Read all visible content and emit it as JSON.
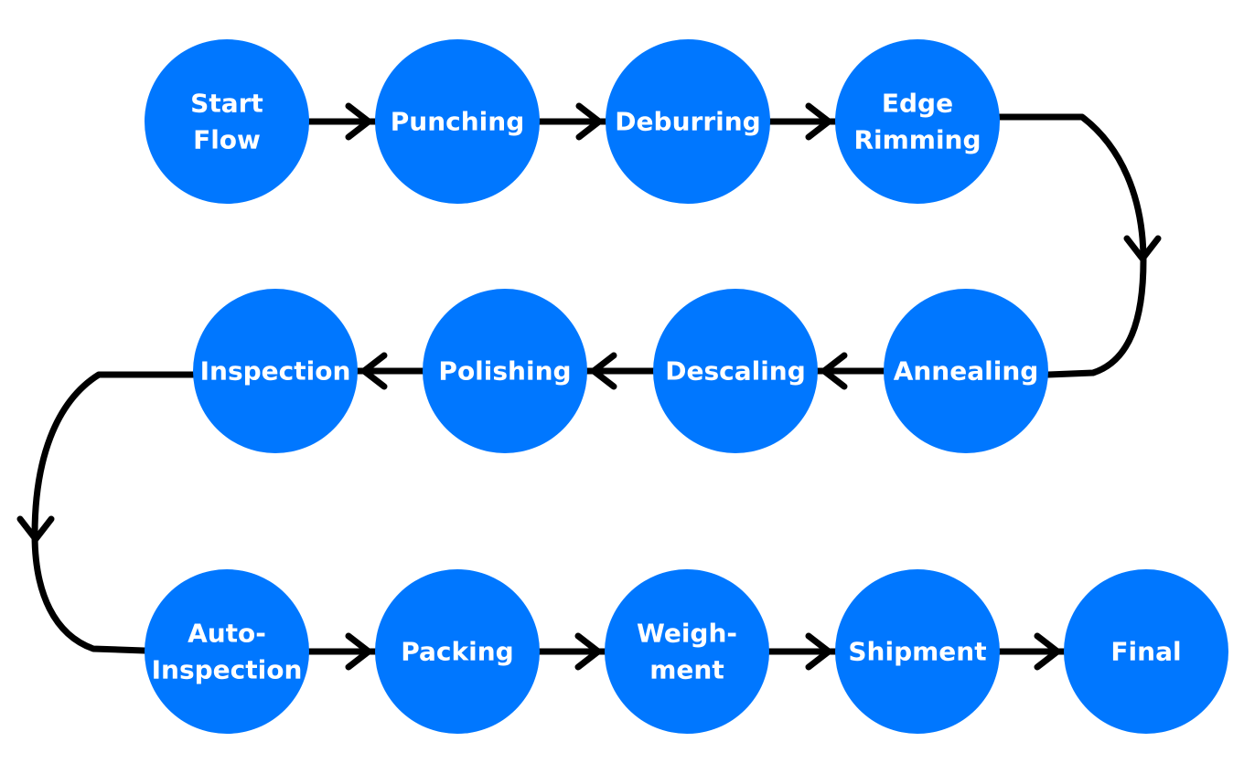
{
  "colors": {
    "node_fill": "#0077ff",
    "node_text": "#ffffff",
    "connector": "#000000",
    "background": "#ffffff"
  },
  "flow": {
    "steps": [
      {
        "id": "start-flow",
        "lines": [
          "Start",
          "Flow"
        ]
      },
      {
        "id": "punching",
        "lines": [
          "Punching"
        ]
      },
      {
        "id": "deburring",
        "lines": [
          "Deburring"
        ]
      },
      {
        "id": "edge-rimming",
        "lines": [
          "Edge",
          "Rimming"
        ]
      },
      {
        "id": "annealing",
        "lines": [
          "Annealing"
        ]
      },
      {
        "id": "descaling",
        "lines": [
          "Descaling"
        ]
      },
      {
        "id": "polishing",
        "lines": [
          "Polishing"
        ]
      },
      {
        "id": "inspection",
        "lines": [
          "Inspection"
        ]
      },
      {
        "id": "auto-inspection",
        "lines": [
          "Auto-",
          "Inspection"
        ]
      },
      {
        "id": "packing",
        "lines": [
          "Packing"
        ]
      },
      {
        "id": "weighment",
        "lines": [
          "Weigh-",
          "ment"
        ]
      },
      {
        "id": "shipment",
        "lines": [
          "Shipment"
        ]
      },
      {
        "id": "final",
        "lines": [
          "Final"
        ]
      }
    ]
  }
}
